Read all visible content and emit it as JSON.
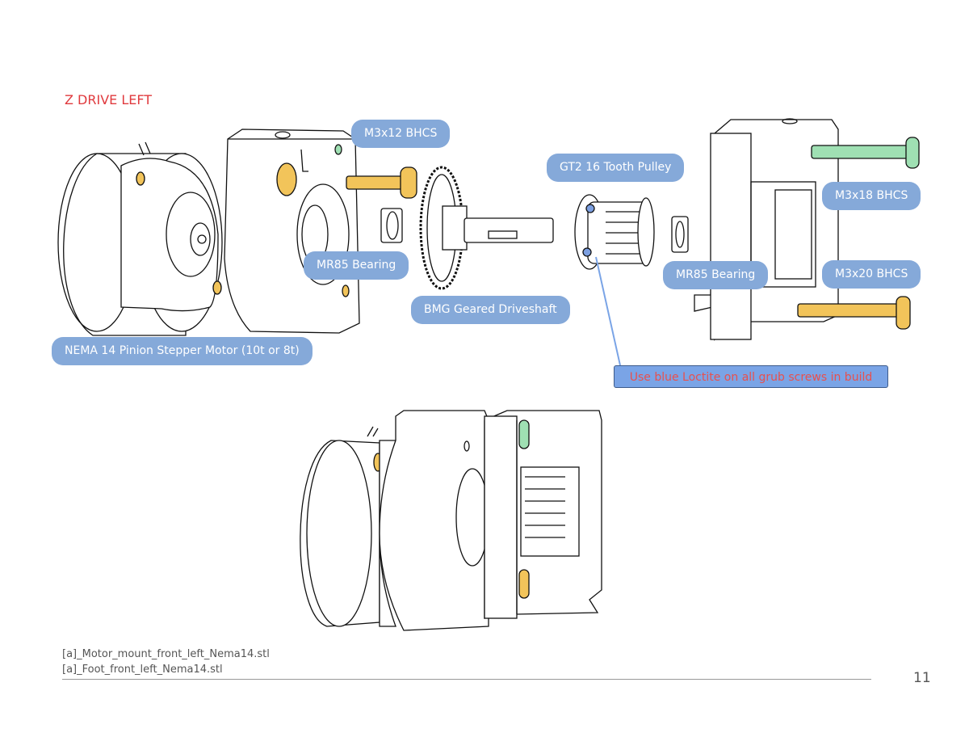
{
  "title": "Z DRIVE LEFT",
  "labels": {
    "m3x12": "M3x12 BHCS",
    "gt2": "GT2 16 Tooth Pulley",
    "m3x18": "M3x18 BHCS",
    "mr85_left": "MR85 Bearing",
    "mr85_right": "MR85 Bearing",
    "m3x20": "M3x20 BHCS",
    "bmg": "BMG Geared Driveshaft",
    "nema": "NEMA 14 Pinion Stepper Motor (10t or 8t)"
  },
  "warning": "Use blue Loctite on all grub screws in build",
  "files": [
    "[a]_Motor_mount_front_left_Nema14.stl",
    "[a]_Foot_front_left_Nema14.stl"
  ],
  "page_number": "11",
  "colors": {
    "title": "#e03a3e",
    "label_bg": "#85a9d9",
    "warning_bg": "#7aa4e6",
    "warning_text": "#e8504e",
    "screw_gold": "#f2c45a",
    "screw_green": "#9fe0b3",
    "grub_blue": "#7c9fe0",
    "leader": "#7aa4e6"
  }
}
